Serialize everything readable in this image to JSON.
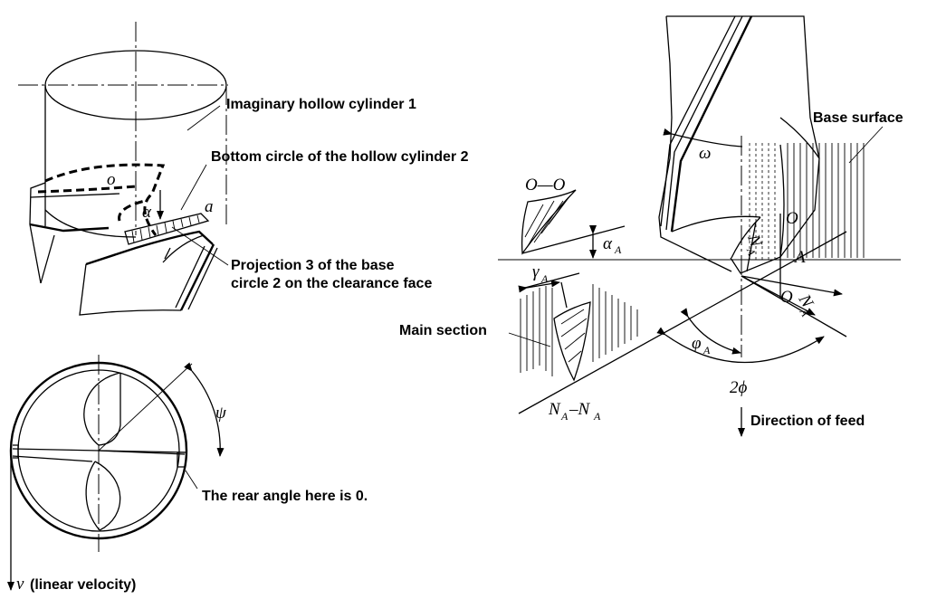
{
  "labels": {
    "cylinder1": "Imaginary hollow cylinder 1",
    "bottom_circle": "Bottom circle of the hollow cylinder 2",
    "projection_line1": "Projection 3 of the base",
    "projection_line2": "circle 2 on the clearance face",
    "rear_angle": "The rear angle here is 0.",
    "velocity_text": "(linear velocity)",
    "base_surface": "Base surface",
    "main_section": "Main section",
    "direction_of_feed": "Direction of feed"
  },
  "symbols": {
    "o_small": "o",
    "alpha": "α",
    "a_small": "a",
    "psi": "ψ",
    "v": "v",
    "omega": "ω",
    "o_o": "O—O",
    "alpha_a": "α",
    "alpha_a_sub": "A",
    "gamma_a": "γ",
    "gamma_a_sub": "A",
    "na_na": "N",
    "na_na_sub1": "A",
    "na_na_mid": "–N",
    "na_na_sub2": "A",
    "phi_a": "φ",
    "phi_a_sub": "A",
    "two_phi": "2ϕ",
    "capital_o": "O",
    "capital_a": "A",
    "na_rotated": "N",
    "na_rotated_sub": "A",
    "o_na_o": "O",
    "o_na_n": "N",
    "o_na_sub": "A"
  }
}
